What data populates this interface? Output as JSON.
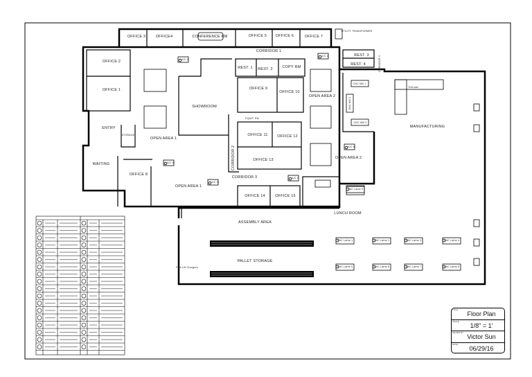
{
  "rooms": [
    "OFFICE 3",
    "OFFICE4",
    "CONFERENCE RM",
    "OFFICE 5",
    "OFFICE 6",
    "OFFICE 7",
    "UTILITY TRANSFORMER",
    "CORRIDOR 1",
    "REST. 1",
    "REST. 2",
    "COPY RM",
    "REST. 3",
    "REST. 4",
    "CORRIDOR 4",
    "OFFICE 2",
    "OFFICE 1",
    "SHOWROOM",
    "OFFICE 9",
    "OFFICE 10",
    "OPEN AREA 2",
    "EQUIP. RM",
    "ENTRY",
    "STORAGE",
    "OPEN AREA  1",
    "OFFICE 11",
    "OFFICE 12",
    "CORRIDOR 2",
    "OFFICE 13",
    "OPEN AREA 2",
    "WAITING",
    "OFFICE 8",
    "OPEN AREA  1",
    "CORRIDOR 3",
    "OFFICE 14",
    "OFFICE 15",
    "LUNCH ROOM",
    "ASSEMBLY AREA",
    "PALLET STORAGE",
    "MANUFACTURING"
  ],
  "equipment": [
    "Extruder",
    "CNC Mill 1",
    "CNC Mill 2",
    "CNC Mill 3",
    "CNC Lathe 9",
    "CNC Lathe 1",
    "CNC Lathe 2",
    "CNC Lathe 3",
    "CNC Lathe 4",
    "CNC Lathe 5",
    "CNC Lathe 6",
    "CNC Lathe 7",
    "CNC Lathe 8",
    "Fork Lift Chargers",
    "A/C 2",
    "A/C 4",
    "A/C 5",
    "A/C 3",
    "A/C 6",
    "A/C 1"
  ],
  "title_block": {
    "title_key": "TITLE",
    "title": "Floor Plan",
    "scale_key": "SCALE",
    "scale": "1/8\" = 1'",
    "drawn_key": "DRAWN BY",
    "drawn_by": "Victor Sun",
    "date_key": "DATE",
    "date": "06/29/16"
  }
}
